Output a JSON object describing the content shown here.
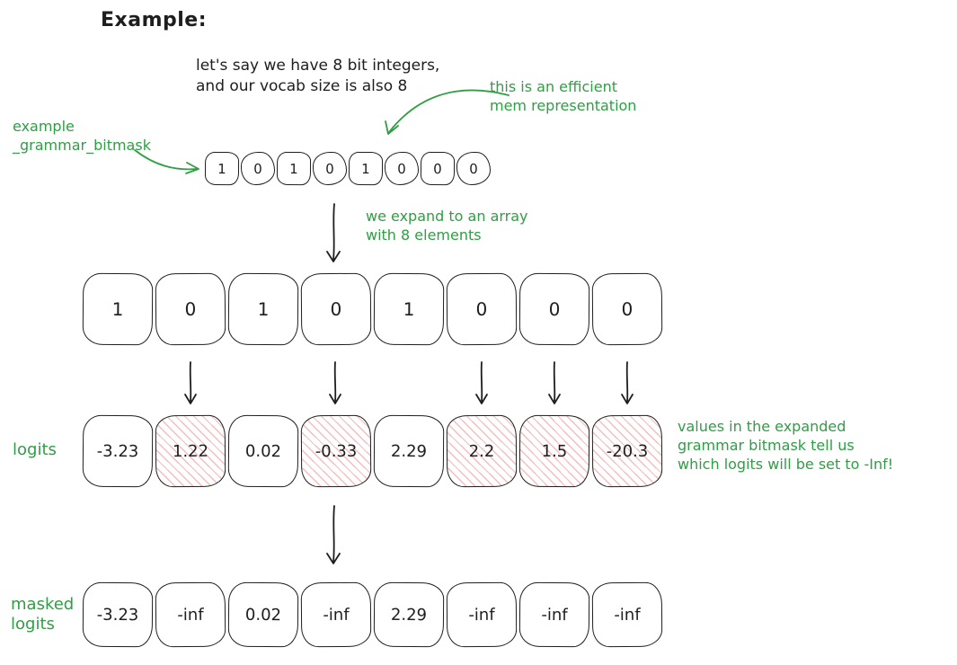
{
  "title": "Example:",
  "colors": {
    "green": "#2f9e44",
    "ink": "#1e1e1e",
    "mask_red": "#e03131"
  },
  "notes": {
    "intro": [
      "let's say we have 8 bit integers,",
      "and our vocab size is also 8"
    ],
    "efficient_mem": [
      "this is an efficient",
      "mem representation"
    ],
    "bitmask_name": [
      "example",
      "_grammar_bitmask"
    ],
    "expand": [
      "we expand to an array",
      "with 8 elements"
    ],
    "mask_explanation": [
      "values in the expanded",
      "grammar bitmask tell us",
      "which logits will be set to -Inf!"
    ],
    "logits_label": "logits",
    "masked_logits_label": [
      "masked",
      "logits"
    ]
  },
  "rows": {
    "bitmask_compact": [
      "1",
      "0",
      "1",
      "0",
      "1",
      "0",
      "0",
      "0"
    ],
    "bitmask_expanded": [
      "1",
      "0",
      "1",
      "0",
      "1",
      "0",
      "0",
      "0"
    ],
    "logits": [
      "-3.23",
      "1.22",
      "0.02",
      "-0.33",
      "2.29",
      "2.2",
      "1.5",
      "-20.3"
    ],
    "logits_masked_flags": [
      false,
      true,
      false,
      true,
      false,
      true,
      true,
      true
    ],
    "masked_logits": [
      "-3.23",
      "-inf",
      "0.02",
      "-inf",
      "2.29",
      "-inf",
      "-inf",
      "-inf"
    ]
  }
}
